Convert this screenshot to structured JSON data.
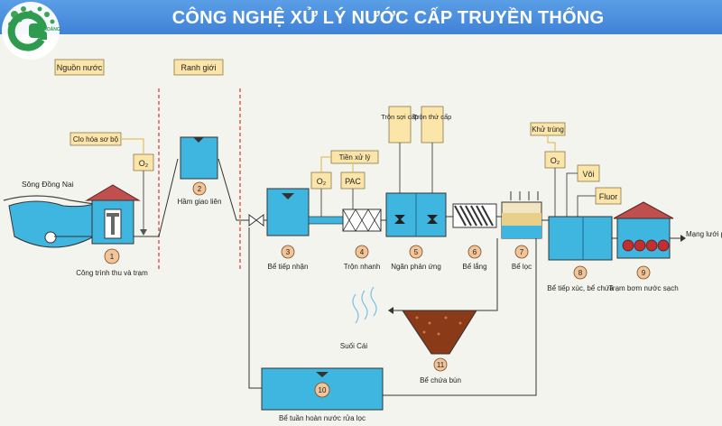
{
  "title": "CÔNG NGHỆ XỬ LÝ NƯỚC CẤP TRUYỀN THỐNG",
  "logo": {
    "text": "GIA HOÀNG"
  },
  "zones": {
    "source": "Nguồn nước",
    "boundary": "Ranh giới"
  },
  "chemicals": {
    "pre_chlorination": "Clo hóa sơ bộ",
    "o2_1": "O₂",
    "pre_treatment": "Tiền xử lý",
    "o2_2": "O₂",
    "pac": "PAC",
    "mix_coag": "Trộn sợi cấp",
    "mix_aux": "Trộn thứ cấp",
    "disinfection": "Khử trùng",
    "o2_3": "O₂",
    "lime": "Vôi",
    "fluor": "Fluor"
  },
  "labels": {
    "river": "Sông Đồng Nai",
    "output": "Mạng lưới phân phối",
    "creek": "Suối Cái"
  },
  "stations": [
    {
      "num": "1",
      "label": "Công trình thu và trạm"
    },
    {
      "num": "2",
      "label": "Hầm giao liên"
    },
    {
      "num": "3",
      "label": "Bể tiếp nhận"
    },
    {
      "num": "4",
      "label": "Trộn nhanh"
    },
    {
      "num": "5",
      "label": "Ngăn phản ứng"
    },
    {
      "num": "6",
      "label": "Bể lắng"
    },
    {
      "num": "7",
      "label": "Bể lọc"
    },
    {
      "num": "8",
      "label": "Bể tiếp xúc, bể chứa"
    },
    {
      "num": "9",
      "label": "Trạm bơm nước sạch"
    },
    {
      "num": "10",
      "label": "Bể tuần hoàn nước rửa lọc"
    },
    {
      "num": "11",
      "label": "Bể chứa bùn"
    }
  ]
}
